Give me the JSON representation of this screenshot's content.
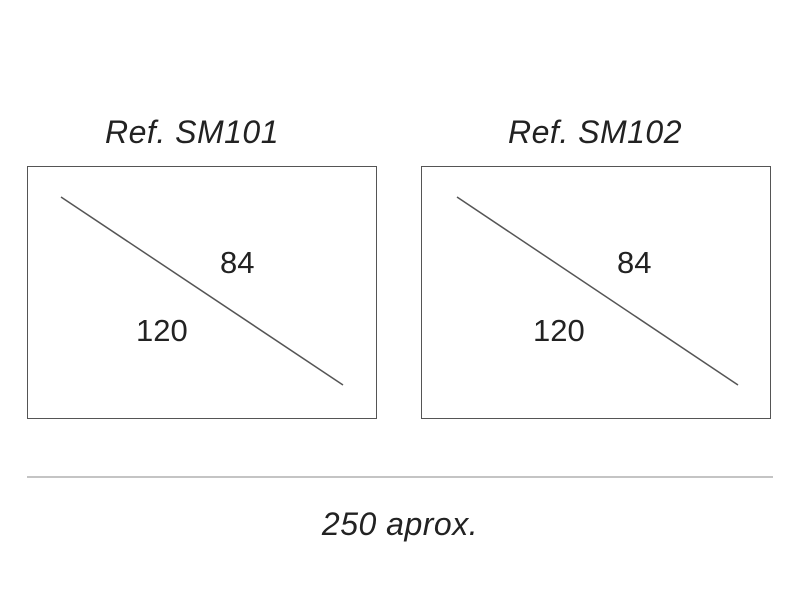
{
  "modules": [
    {
      "reference": "Ref. SM101",
      "width_label": "84",
      "length_label": "120"
    },
    {
      "reference": "Ref. SM102",
      "width_label": "84",
      "length_label": "120"
    }
  ],
  "total_label": "250 aprox.",
  "colors": {
    "outline": "#555555",
    "diagonal": "#555555",
    "baseline": "#c4c4c4",
    "text": "#222222"
  }
}
